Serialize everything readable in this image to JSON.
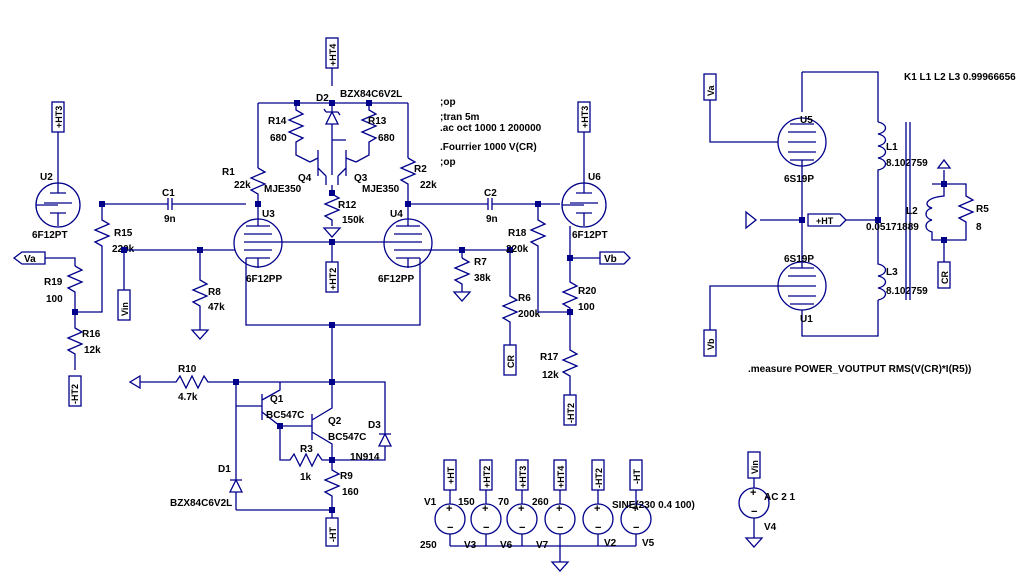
{
  "directives": {
    "op1": ";op",
    "tran": ";tran 5m",
    "ac": ".ac oct 1000 1 200000",
    "four": ".Fourrier 1000 V(CR)",
    "op2": ";op",
    "coupling": "K1 L1 L2 L3 0.99966656",
    "measure": ".measure POWER_VOUTPUT RMS(V(CR)*I(R5))"
  },
  "nets": {
    "ht": "+HT",
    "ht2": "+HT2",
    "ht3": "+HT3",
    "ht4": "+HT4",
    "mht": "-HT",
    "mht2": "-HT2",
    "va": "Va",
    "vb": "Vb",
    "vin": "Vin",
    "cr": "CR"
  },
  "components": {
    "u1": {
      "ref": "U1",
      "value": "6S19P"
    },
    "u2": {
      "ref": "U2",
      "value": "6F12PT"
    },
    "u3": {
      "ref": "U3",
      "value": "6F12PP"
    },
    "u4": {
      "ref": "U4",
      "value": "6F12PP"
    },
    "u5": {
      "ref": "U5",
      "value": "6S19P"
    },
    "u6": {
      "ref": "U6",
      "value": "6F12PT"
    },
    "r1": {
      "ref": "R1",
      "value": "22k"
    },
    "r2": {
      "ref": "R2",
      "value": "22k"
    },
    "r3": {
      "ref": "R3",
      "value": "1k"
    },
    "r5": {
      "ref": "R5",
      "value": "8"
    },
    "r6": {
      "ref": "R6",
      "value": "200k"
    },
    "r7": {
      "ref": "R7",
      "value": "38k"
    },
    "r8": {
      "ref": "R8",
      "value": "47k"
    },
    "r9": {
      "ref": "R9",
      "value": "160"
    },
    "r10": {
      "ref": "R10",
      "value": "4.7k"
    },
    "r12": {
      "ref": "R12",
      "value": "150k"
    },
    "r13": {
      "ref": "R13",
      "value": "680"
    },
    "r14": {
      "ref": "R14",
      "value": "680"
    },
    "r15": {
      "ref": "R15",
      "value": "220k"
    },
    "r16": {
      "ref": "R16",
      "value": "12k"
    },
    "r17": {
      "ref": "R17",
      "value": "12k"
    },
    "r18": {
      "ref": "R18",
      "value": "220k"
    },
    "r19": {
      "ref": "R19",
      "value": "100"
    },
    "r20": {
      "ref": "R20",
      "value": "100"
    },
    "c1": {
      "ref": "C1",
      "value": "9n"
    },
    "c2": {
      "ref": "C2",
      "value": "9n"
    },
    "q1": {
      "ref": "Q1",
      "value": "BC547C"
    },
    "q2": {
      "ref": "Q2",
      "value": "BC547C"
    },
    "q3": {
      "ref": "Q3",
      "value": "MJE350"
    },
    "q4": {
      "ref": "Q4",
      "value": "MJE350"
    },
    "d1": {
      "ref": "D1",
      "value": "BZX84C6V2L"
    },
    "d2": {
      "ref": "D2",
      "value": "BZX84C6V2L"
    },
    "d3": {
      "ref": "D3",
      "value": "1N914"
    },
    "l1": {
      "ref": "L1",
      "value": "8.102759"
    },
    "l2": {
      "ref": "L2",
      "value": "0.05171889"
    },
    "l3": {
      "ref": "L3",
      "value": "8.102759"
    },
    "v1": {
      "ref": "V1",
      "value": "250"
    },
    "v2": {
      "ref": "V2",
      "value": ""
    },
    "v3": {
      "ref": "V3",
      "value": "150"
    },
    "v4": {
      "ref": "V4",
      "value": "AC 2 1"
    },
    "v5": {
      "ref": "V5",
      "value": "SINE(230 0.4 100)"
    },
    "v6": {
      "ref": "V6",
      "value": "70"
    },
    "v7": {
      "ref": "V7",
      "value": "260"
    }
  }
}
